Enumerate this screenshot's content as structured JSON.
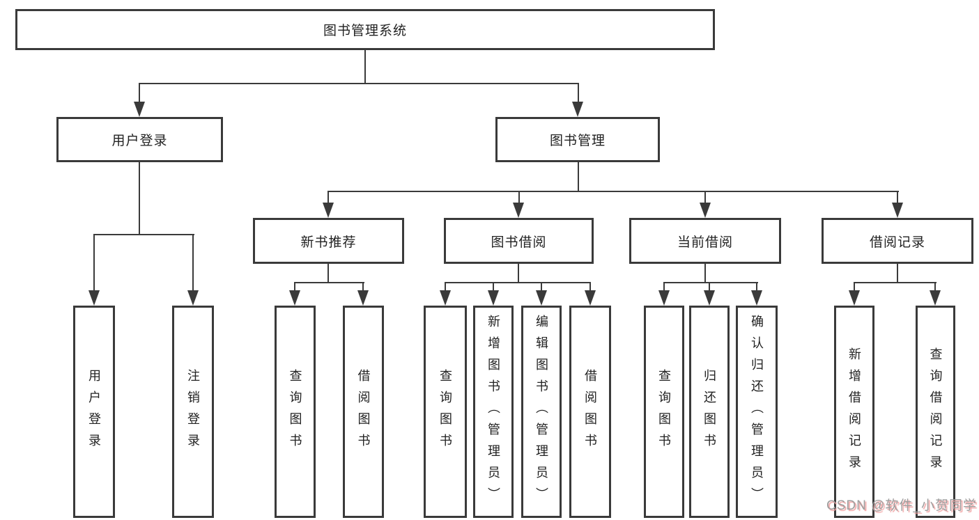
{
  "diagram": {
    "root": {
      "label": "图书管理系统"
    },
    "level2": [
      {
        "label": "用户登录"
      },
      {
        "label": "图书管理"
      }
    ],
    "level3": [
      {
        "label": "新书推荐",
        "parent": "图书管理"
      },
      {
        "label": "图书借阅",
        "parent": "图书管理"
      },
      {
        "label": "当前借阅",
        "parent": "图书管理"
      },
      {
        "label": "借阅记录",
        "parent": "图书管理"
      }
    ],
    "leaves": [
      {
        "label": "用户登录",
        "parent": "用户登录"
      },
      {
        "label": "注销登录",
        "parent": "用户登录"
      },
      {
        "label": "查询图书",
        "parent": "新书推荐"
      },
      {
        "label": "借阅图书",
        "parent": "新书推荐"
      },
      {
        "label": "查询图书",
        "parent": "图书借阅"
      },
      {
        "label": "新增图书（管理员）",
        "parent": "图书借阅"
      },
      {
        "label": "编辑图书（管理员）",
        "parent": "图书借阅"
      },
      {
        "label": "借阅图书",
        "parent": "图书借阅"
      },
      {
        "label": "查询图书",
        "parent": "当前借阅"
      },
      {
        "label": "归还图书",
        "parent": "当前借阅"
      },
      {
        "label": "确认归还（管理员）",
        "parent": "当前借阅"
      },
      {
        "label": "新增借阅记录",
        "parent": "借阅记录"
      },
      {
        "label": "查询借阅记录",
        "parent": "借阅记录"
      }
    ]
  },
  "watermark": {
    "text": "CSDN @软件_小贺同学"
  },
  "colors": {
    "background": "#ffffff",
    "box_fill": "#ffffff",
    "line": "#3a3a3a",
    "text": "#222222",
    "watermark_text": "#9e9e9e",
    "watermark_shadow": "#f0a0a0"
  }
}
